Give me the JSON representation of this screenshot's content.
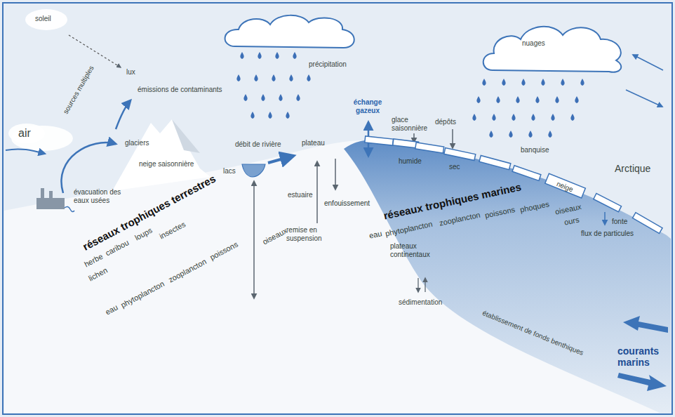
{
  "diagram": {
    "nodes": [
      {
        "text": [
          "nuages"
        ]
      }
    ],
    "labels": [
      "soleil",
      "lux",
      "air",
      "sources multiples",
      "émissions de contaminants",
      "précipitation",
      "échange gazeux",
      "glace saisonnière",
      "dépôts",
      "humide",
      "sec",
      "banquise",
      "Arctique",
      "glaciers",
      "neige saisonnière",
      "lacs",
      "débit de rivière",
      "plateau",
      "estuaire",
      "enfouissement",
      "remise en suspension",
      "évacuation des eaux usées",
      "réseaux trophiques terrestres",
      "herbe",
      "caribou",
      "loups",
      "insectes",
      "lichen",
      "eau",
      "phytoplancton",
      "zooplancton",
      "poissons",
      "oiseaux",
      "réseaux trophiques marines",
      "eau",
      "phytoplancton",
      "zooplancton",
      "poissons",
      "phoques",
      "oiseaux",
      "ours",
      "neige",
      "fonte",
      "flux de particules",
      "plateaux continentaux",
      "sédimentation",
      "établissement de fonds benthiques",
      "courants marins"
    ]
  }
}
